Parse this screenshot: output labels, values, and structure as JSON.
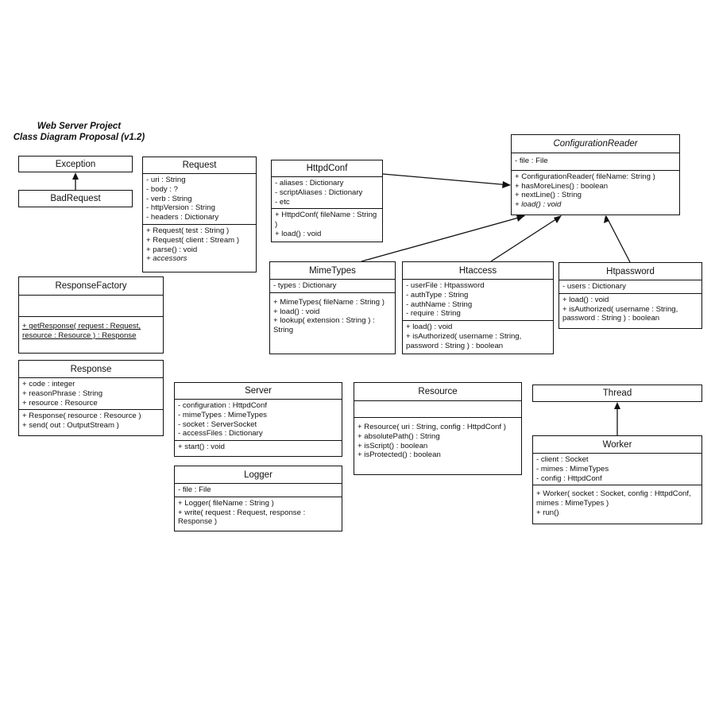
{
  "title": {
    "line1": "Web Server Project",
    "line2": "Class Diagram Proposal (v1.2)"
  },
  "classes": {
    "exception": {
      "name": "Exception"
    },
    "badrequest": {
      "name": "BadRequest"
    },
    "request": {
      "name": "Request",
      "attrs": [
        "- uri : String",
        "- body : ?",
        "- verb : String",
        "- httpVersion : String",
        "- headers : Dictionary"
      ],
      "ops": [
        "+ Request( test : String )",
        "+ Request( client : Stream )",
        "+ parse() : void",
        "+ accessors"
      ]
    },
    "httpdconf": {
      "name": "HttpdConf",
      "attrs": [
        "- aliases : Dictionary",
        "- scriptAliases : Dictionary",
        "- etc"
      ],
      "ops": [
        "+ HttpdConf( fileName : String )",
        "+ load() : void"
      ]
    },
    "configreader": {
      "name": "ConfigurationReader",
      "attrs": [
        "- file : File"
      ],
      "ops": [
        "+ ConfigurationReader( fileName: String )",
        "+ hasMoreLines() : boolean",
        "+ nextLine() : String",
        "+ load() : void"
      ]
    },
    "responsefactory": {
      "name": "ResponseFactory",
      "ops": [
        "+ getResponse( request : Request, resource : Resource ) : Response"
      ]
    },
    "mimetypes": {
      "name": "MimeTypes",
      "attrs": [
        "- types : Dictionary"
      ],
      "ops": [
        "+ MimeTypes( fileName : String )",
        "+ load() : void",
        "+ lookup( extension : String ) : String"
      ]
    },
    "htaccess": {
      "name": "Htaccess",
      "attrs": [
        "- userFile : Htpassword",
        "- authType : String",
        "- authName : String",
        "- require : String"
      ],
      "ops": [
        "+ load() : void",
        "+ isAuthorized( username : String, password : String ) : boolean"
      ]
    },
    "htpassword": {
      "name": "Htpassword",
      "attrs": [
        "- users : Dictionary"
      ],
      "ops": [
        "+ load() : void",
        "+ isAuthorized( username : String, password : String ) : boolean"
      ]
    },
    "response": {
      "name": "Response",
      "attrs": [
        "+ code : integer",
        "+ reasonPhrase : String",
        "+ resource : Resource"
      ],
      "ops": [
        "+ Response( resource : Resource )",
        "+ send( out : OutputStream )"
      ]
    },
    "server": {
      "name": "Server",
      "attrs": [
        "- configuration : HttpdConf",
        "- mimeTypes : MimeTypes",
        "- socket : ServerSocket",
        "- accessFiles : Dictionary"
      ],
      "ops": [
        "+ start() : void"
      ]
    },
    "resource": {
      "name": "Resource",
      "ops": [
        "+ Resource( uri : String, config : HttpdConf )",
        "+ absolutePath() : String",
        "+ isScript() : boolean",
        "+ isProtected() : boolean"
      ]
    },
    "thread": {
      "name": "Thread"
    },
    "worker": {
      "name": "Worker",
      "attrs": [
        "- client : Socket",
        "- mimes : MimeTypes",
        "- config : HttpdConf"
      ],
      "ops": [
        "+ Worker( socket : Socket, config : HttpdConf, mimes : MimeTypes )",
        "+ run()"
      ]
    },
    "logger": {
      "name": "Logger",
      "attrs": [
        "- file : File"
      ],
      "ops": [
        "+ Logger( fileName : String )",
        "+ write( request : Request, response : Response )"
      ]
    }
  }
}
